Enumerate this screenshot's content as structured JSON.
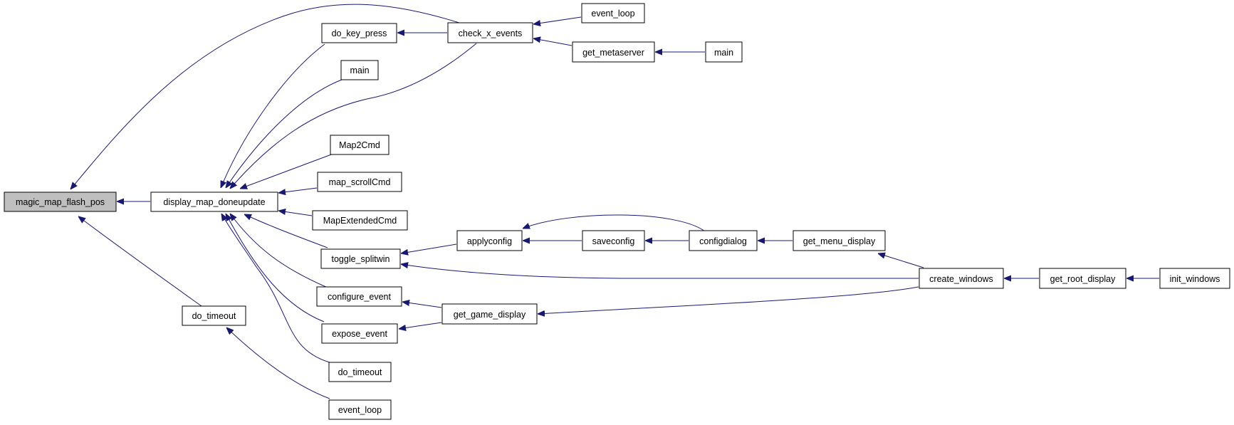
{
  "colors": {
    "edge": "#191970",
    "root_fill": "#bfbfbf",
    "node_fill": "#ffffff",
    "node_stroke": "#000000"
  },
  "nodes": {
    "magic_map_flash_pos": "magic_map_flash_pos",
    "display_map_doneupdate": "display_map_doneupdate",
    "do_timeout_a": "do_timeout",
    "do_key_press": "do_key_press",
    "main_a": "main",
    "map2cmd": "Map2Cmd",
    "map_scrollcmd": "map_scrollCmd",
    "mapextendedcmd": "MapExtendedCmd",
    "toggle_splitwin": "toggle_splitwin",
    "configure_event": "configure_event",
    "expose_event": "expose_event",
    "do_timeout_b": "do_timeout",
    "event_loop_a": "event_loop",
    "check_x_events": "check_x_events",
    "event_loop_b": "event_loop",
    "get_metaserver": "get_metaserver",
    "main_b": "main",
    "applyconfig": "applyconfig",
    "saveconfig": "saveconfig",
    "configdialog": "configdialog",
    "get_menu_display": "get_menu_display",
    "create_windows": "create_windows",
    "get_root_display": "get_root_display",
    "init_windows": "init_windows",
    "get_game_display": "get_game_display"
  },
  "edges": [
    [
      "display_map_doneupdate",
      "magic_map_flash_pos"
    ],
    [
      "do_timeout_a",
      "magic_map_flash_pos"
    ],
    [
      "check_x_events",
      "magic_map_flash_pos"
    ],
    [
      "do_key_press",
      "display_map_doneupdate"
    ],
    [
      "main_a",
      "display_map_doneupdate"
    ],
    [
      "check_x_events",
      "display_map_doneupdate"
    ],
    [
      "map2cmd",
      "display_map_doneupdate"
    ],
    [
      "map_scrollcmd",
      "display_map_doneupdate"
    ],
    [
      "mapextendedcmd",
      "display_map_doneupdate"
    ],
    [
      "toggle_splitwin",
      "display_map_doneupdate"
    ],
    [
      "configure_event",
      "display_map_doneupdate"
    ],
    [
      "expose_event",
      "display_map_doneupdate"
    ],
    [
      "do_timeout_b",
      "display_map_doneupdate"
    ],
    [
      "event_loop_a",
      "do_timeout_a"
    ],
    [
      "check_x_events",
      "do_key_press"
    ],
    [
      "event_loop_b",
      "check_x_events"
    ],
    [
      "get_metaserver",
      "check_x_events"
    ],
    [
      "main_b",
      "get_metaserver"
    ],
    [
      "applyconfig",
      "toggle_splitwin"
    ],
    [
      "create_windows",
      "toggle_splitwin"
    ],
    [
      "get_game_display",
      "configure_event"
    ],
    [
      "get_game_display",
      "expose_event"
    ],
    [
      "saveconfig",
      "applyconfig"
    ],
    [
      "configdialog",
      "applyconfig"
    ],
    [
      "configdialog",
      "saveconfig"
    ],
    [
      "get_menu_display",
      "configdialog"
    ],
    [
      "create_windows",
      "get_menu_display"
    ],
    [
      "get_root_display",
      "create_windows"
    ],
    [
      "init_windows",
      "get_root_display"
    ],
    [
      "create_windows",
      "get_game_display"
    ]
  ]
}
